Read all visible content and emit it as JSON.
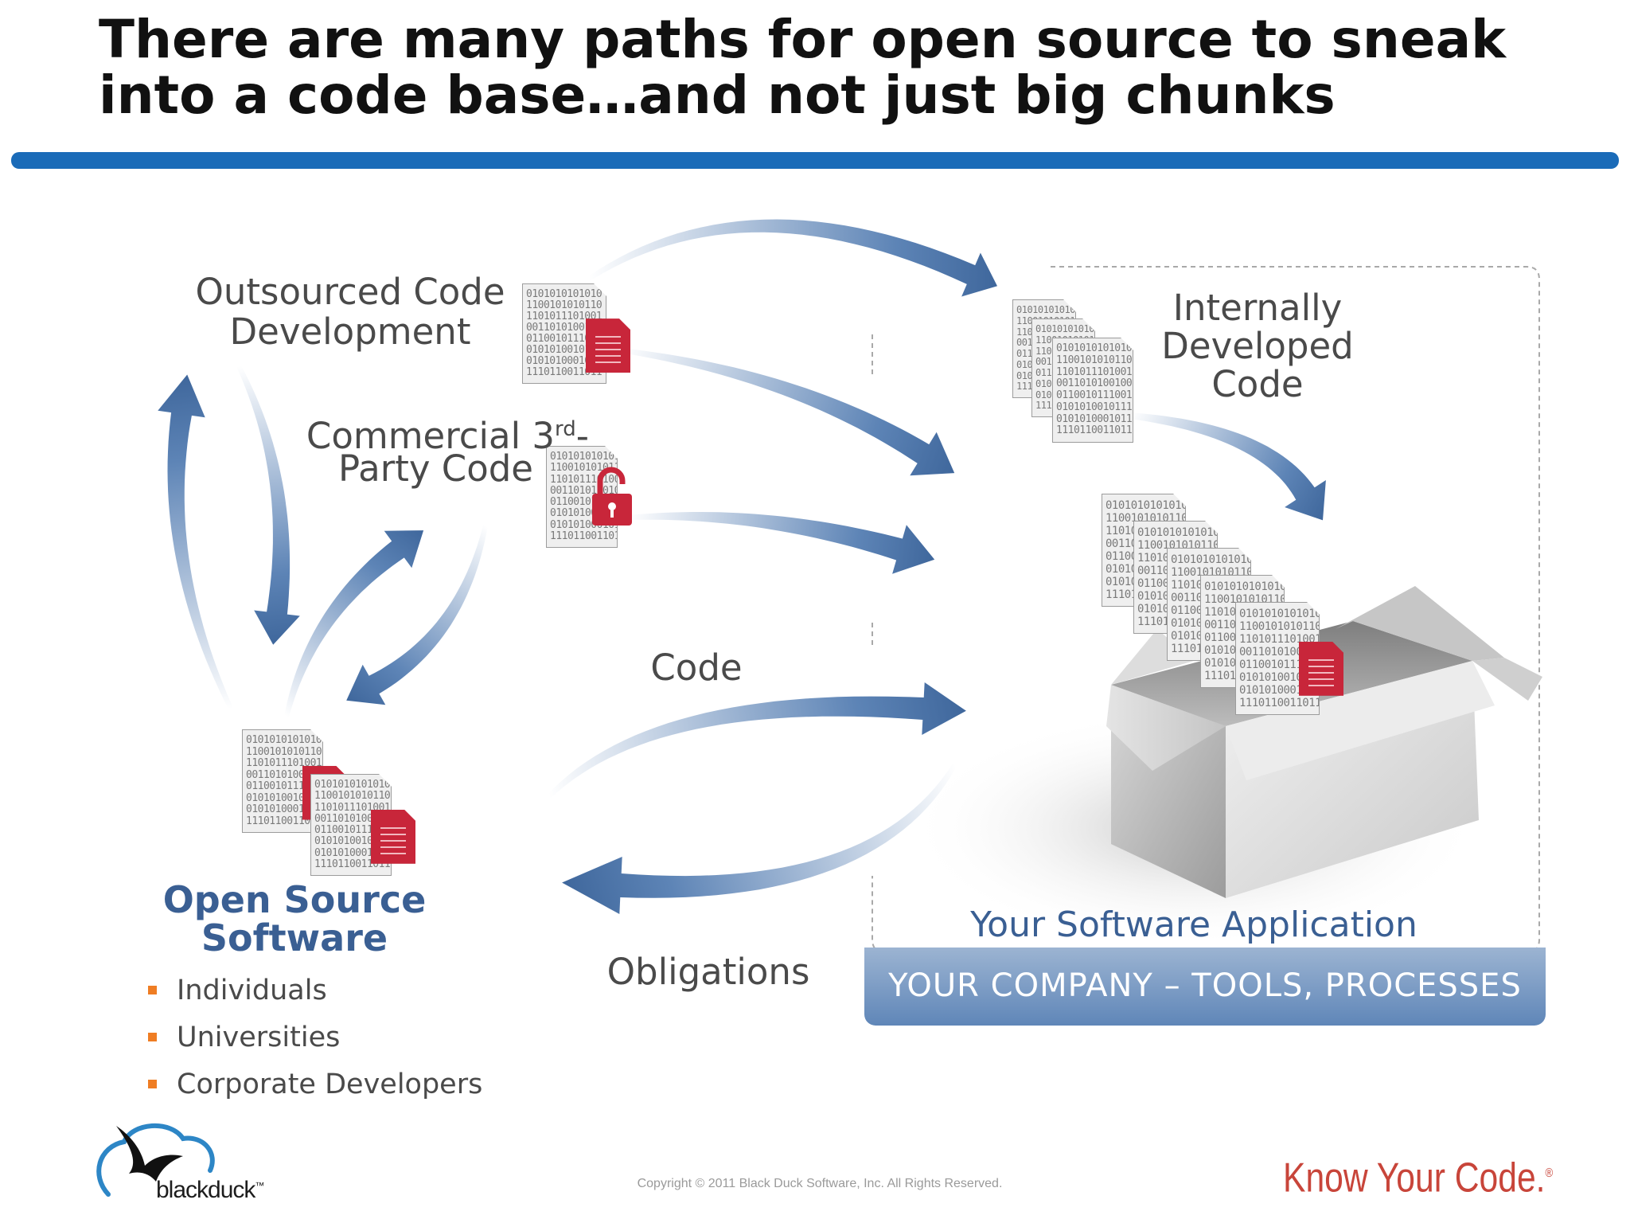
{
  "title": {
    "line1": "There are many paths for open source to sneak",
    "line2": "into a code base…and not just big chunks"
  },
  "colors": {
    "rule_blue": "#1a6bb8",
    "arrow_blue": "#4a73a8",
    "doc_red": "#c8263a",
    "oss_title": "#3a5f93",
    "bullet_orange": "#ef7d23",
    "brand_red": "#c8453a"
  },
  "sources": {
    "outsourced": {
      "line1": "Outsourced Code",
      "line2": "Development"
    },
    "commercial": {
      "line1": "Commercial 3",
      "sup": "rd",
      "line1_end": "-",
      "line2": "Party Code"
    },
    "internal": {
      "line1": "Internally",
      "line2": "Developed",
      "line3": "Code"
    }
  },
  "flows": {
    "code": "Code",
    "obligations": "Obligations"
  },
  "oss": {
    "title_line1": "Open Source",
    "title_line2": "Software",
    "bullets": [
      "Individuals",
      "Universities",
      "Corporate Developers"
    ]
  },
  "application": {
    "label": "Your Software Application",
    "company": "YOUR COMPANY – TOOLS, PROCESSES"
  },
  "doc_binary": [
    "0101010101010",
    "1100101010110",
    "1101011101001",
    "0011010100100",
    "0110010111001",
    "0101010010111",
    "0101010001011",
    "1110110011011"
  ],
  "footer": {
    "copyright": "Copyright © 2011 Black Duck Software, Inc.  All Rights Reserved.",
    "brand": "blackduck",
    "tm": "™",
    "tagline": "Know Your Code.",
    "tagline_mark": "®"
  },
  "icons": {
    "lock": "unlock-icon",
    "document": "document-icon",
    "box": "open-box-icon",
    "logo": "black-duck-logo-icon"
  }
}
